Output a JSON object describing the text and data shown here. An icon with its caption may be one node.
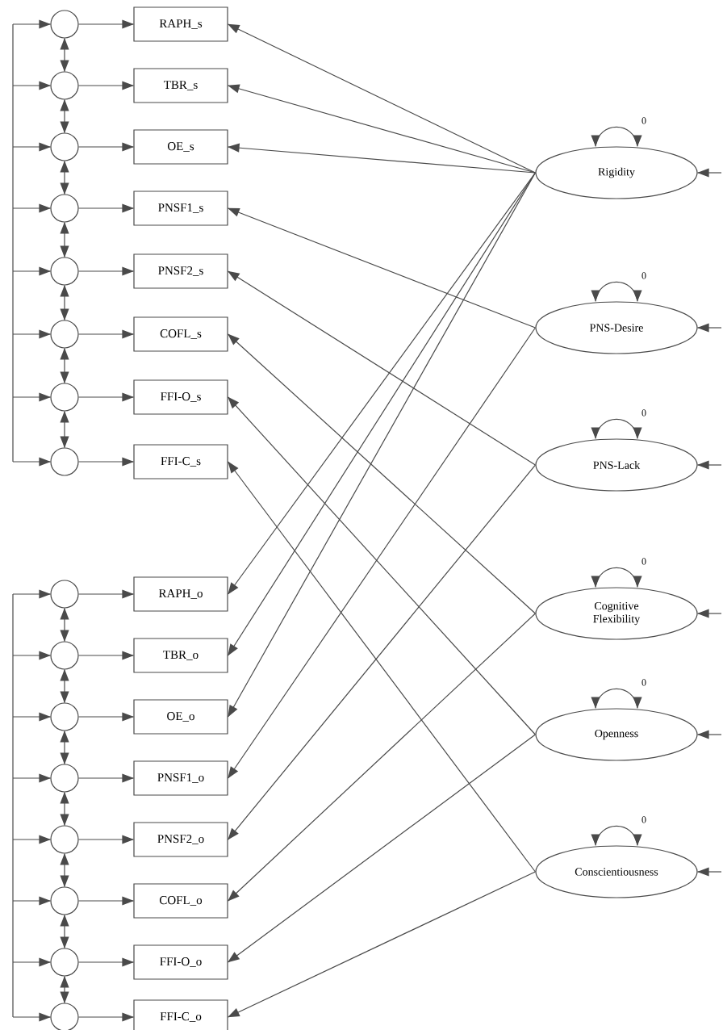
{
  "diagram": {
    "nodes": [
      {
        "text": [],
        "shape": "circle"
      },
      {
        "text": [],
        "shape": "circle"
      },
      {
        "text": [],
        "shape": "circle"
      },
      {
        "text": [],
        "shape": "circle"
      },
      {
        "text": [],
        "shape": "circle"
      },
      {
        "text": [],
        "shape": "circle"
      },
      {
        "text": [],
        "shape": "circle"
      },
      {
        "text": [],
        "shape": "circle"
      },
      {
        "text": [
          "RAPH_s"
        ]
      },
      {
        "text": [
          "TBR_s"
        ]
      },
      {
        "text": [
          "OE_s"
        ]
      },
      {
        "text": [
          "PNSF1_s"
        ]
      },
      {
        "text": [
          "PNSF2_s"
        ]
      },
      {
        "text": [
          "COFL_s"
        ]
      },
      {
        "text": [
          "FFI-O_s"
        ]
      },
      {
        "text": [
          "FFI-C_s"
        ]
      },
      {
        "text": [],
        "shape": "circle"
      },
      {
        "text": [],
        "shape": "circle"
      },
      {
        "text": [],
        "shape": "circle"
      },
      {
        "text": [],
        "shape": "circle"
      },
      {
        "text": [],
        "shape": "circle"
      },
      {
        "text": [],
        "shape": "circle"
      },
      {
        "text": [],
        "shape": "circle"
      },
      {
        "text": [],
        "shape": "circle"
      },
      {
        "text": [
          "RAPH_o"
        ]
      },
      {
        "text": [
          "TBR_o"
        ]
      },
      {
        "text": [
          "OE_o"
        ]
      },
      {
        "text": [
          "PNSF1_o"
        ]
      },
      {
        "text": [
          "PNSF2_o"
        ]
      },
      {
        "text": [
          "COFL_o"
        ]
      },
      {
        "text": [
          "FFI-O_o"
        ]
      },
      {
        "text": [
          "FFI-C_o"
        ]
      },
      {
        "text": [
          "Rigidity"
        ]
      },
      {
        "text": [
          "PNS-Desire"
        ]
      },
      {
        "text": [
          "PNS-Lack"
        ]
      },
      {
        "text": [
          "Cognitive Flexibility"
        ]
      },
      {
        "text": [
          "Openness"
        ]
      },
      {
        "text": [
          "Conscientiousness"
        ]
      }
    ],
    "edges": [
      {
        "from": null,
        "to": 0,
        "arrow": "to"
      },
      {
        "from": null,
        "to": 1,
        "arrow": "to"
      },
      {
        "from": null,
        "to": 2,
        "arrow": "to"
      },
      {
        "from": null,
        "to": 3,
        "arrow": "to"
      },
      {
        "from": null,
        "to": 4,
        "arrow": "to"
      },
      {
        "from": null,
        "to": 5,
        "arrow": "to"
      },
      {
        "from": null,
        "to": 6,
        "arrow": "to"
      },
      {
        "from": null,
        "to": 7,
        "arrow": "to"
      },
      {
        "from": 0,
        "to": 8,
        "arrow": "to"
      },
      {
        "from": 1,
        "to": 9,
        "arrow": "to"
      },
      {
        "from": 2,
        "to": 10,
        "arrow": "to"
      },
      {
        "from": 3,
        "to": 11,
        "arrow": "to"
      },
      {
        "from": 4,
        "to": 12,
        "arrow": "to"
      },
      {
        "from": 5,
        "to": 13,
        "arrow": "to"
      },
      {
        "from": 6,
        "to": 14,
        "arrow": "to"
      },
      {
        "from": 7,
        "to": 15,
        "arrow": "to"
      },
      {
        "from": 0,
        "to": 1,
        "arrow": "both"
      },
      {
        "from": 1,
        "to": 2,
        "arrow": "both"
      },
      {
        "from": 2,
        "to": 3,
        "arrow": "both"
      },
      {
        "from": 3,
        "to": 4,
        "arrow": "both"
      },
      {
        "from": 4,
        "to": 5,
        "arrow": "both"
      },
      {
        "from": 5,
        "to": 6,
        "arrow": "both"
      },
      {
        "from": 6,
        "to": 7,
        "arrow": "both"
      },
      {
        "from": null,
        "to": 16,
        "arrow": "to"
      },
      {
        "from": null,
        "to": 17,
        "arrow": "to"
      },
      {
        "from": null,
        "to": 18,
        "arrow": "to"
      },
      {
        "from": null,
        "to": 19,
        "arrow": "to"
      },
      {
        "from": null,
        "to": 20,
        "arrow": "to"
      },
      {
        "from": null,
        "to": 21,
        "arrow": "to"
      },
      {
        "from": null,
        "to": 22,
        "arrow": "to"
      },
      {
        "from": null,
        "to": 23,
        "arrow": "to"
      },
      {
        "from": 16,
        "to": 24,
        "arrow": "to"
      },
      {
        "from": 17,
        "to": 25,
        "arrow": "to"
      },
      {
        "from": 18,
        "to": 26,
        "arrow": "to"
      },
      {
        "from": 19,
        "to": 27,
        "arrow": "to"
      },
      {
        "from": 20,
        "to": 28,
        "arrow": "to"
      },
      {
        "from": 21,
        "to": 29,
        "arrow": "to"
      },
      {
        "from": 22,
        "to": 30,
        "arrow": "to"
      },
      {
        "from": 23,
        "to": 31,
        "arrow": "to"
      },
      {
        "from": 16,
        "to": 17,
        "arrow": "both"
      },
      {
        "from": 17,
        "to": 18,
        "arrow": "both"
      },
      {
        "from": 18,
        "to": 19,
        "arrow": "both"
      },
      {
        "from": 19,
        "to": 20,
        "arrow": "both"
      },
      {
        "from": 20,
        "to": 21,
        "arrow": "both"
      },
      {
        "from": 21,
        "to": 22,
        "arrow": "both"
      },
      {
        "from": 22,
        "to": 23,
        "arrow": "both"
      },
      {
        "from": 32,
        "to": 8,
        "arrow": "to"
      },
      {
        "from": 32,
        "to": 9,
        "arrow": "to"
      },
      {
        "from": 32,
        "to": 10,
        "arrow": "to"
      },
      {
        "from": 32,
        "to": 24,
        "arrow": "to"
      },
      {
        "from": 32,
        "to": 25,
        "arrow": "to"
      },
      {
        "from": 32,
        "to": 26,
        "arrow": "to"
      },
      {
        "from": 33,
        "to": 11,
        "arrow": "to"
      },
      {
        "from": 33,
        "to": 27,
        "arrow": "to"
      },
      {
        "from": 34,
        "to": 12,
        "arrow": "to"
      },
      {
        "from": 34,
        "to": 28,
        "arrow": "to"
      },
      {
        "from": 35,
        "to": 13,
        "arrow": "to"
      },
      {
        "from": 35,
        "to": 29,
        "arrow": "to"
      },
      {
        "from": 36,
        "to": 14,
        "arrow": "to"
      },
      {
        "from": 36,
        "to": 30,
        "arrow": "to"
      },
      {
        "from": 37,
        "to": 15,
        "arrow": "to"
      },
      {
        "from": 37,
        "to": 31,
        "arrow": "to"
      },
      {
        "from": 32,
        "to": 32,
        "arrow": "both",
        "label": "0"
      },
      {
        "from": 33,
        "to": 33,
        "arrow": "both",
        "label": "0"
      },
      {
        "from": 34,
        "to": 34,
        "arrow": "both",
        "label": "0"
      },
      {
        "from": 35,
        "to": 35,
        "arrow": "both",
        "label": "0"
      },
      {
        "from": 36,
        "to": 36,
        "arrow": "both",
        "label": "0"
      },
      {
        "from": 37,
        "to": 37,
        "arrow": "both",
        "label": "0"
      },
      {
        "from": null,
        "to": 32,
        "arrow": "to"
      },
      {
        "from": null,
        "to": 33,
        "arrow": "to"
      },
      {
        "from": null,
        "to": 34,
        "arrow": "to"
      },
      {
        "from": null,
        "to": 35,
        "arrow": "to"
      },
      {
        "from": null,
        "to": 36,
        "arrow": "to"
      },
      {
        "from": null,
        "to": 37,
        "arrow": "to"
      }
    ]
  }
}
